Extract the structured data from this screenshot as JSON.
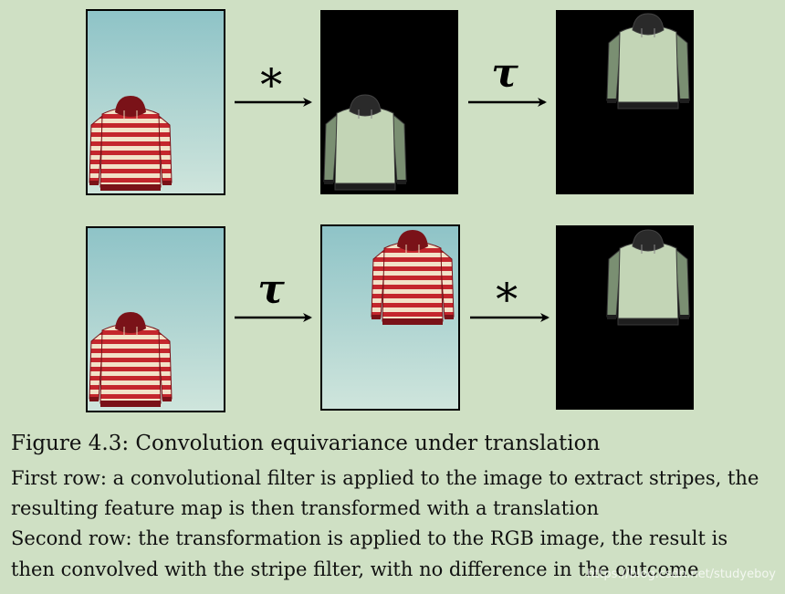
{
  "figure": {
    "operators": {
      "convolution_symbol": "∗",
      "translation_symbol": "τ"
    },
    "colors": {
      "background": "#cfe0c4",
      "sky_top": "#8ec3c7",
      "sky_bottom": "#cfe5dc",
      "stripe_red": "#c4262d",
      "stripe_cream": "#f2e2c8",
      "hood_dark": "#7a1218",
      "feature_body": "#c3d5b6",
      "feature_sleeve": "#7a8f72",
      "feature_collar": "#2a2a2a",
      "black": "#000000"
    },
    "rows": [
      {
        "label": "first-row",
        "panels": [
          "rgb-image",
          "feature-map",
          "translated-feature-map"
        ],
        "operators": [
          "convolution",
          "translation"
        ]
      },
      {
        "label": "second-row",
        "panels": [
          "rgb-image",
          "translated-rgb-image",
          "feature-map"
        ],
        "operators": [
          "translation",
          "convolution"
        ]
      }
    ]
  },
  "caption": {
    "title": "Figure 4.3: Convolution equivariance under translation",
    "line1": "First row: a convolutional filter is applied to the image to extract stripes, the",
    "line2": "resulting feature map is then transformed with a translation",
    "line3": "Second row: the transformation is applied to the RGB image, the result is",
    "line4": "then convolved with the stripe filter, with no difference in the outcome"
  },
  "watermark": "https://blog.csdn.net/studyeboy"
}
